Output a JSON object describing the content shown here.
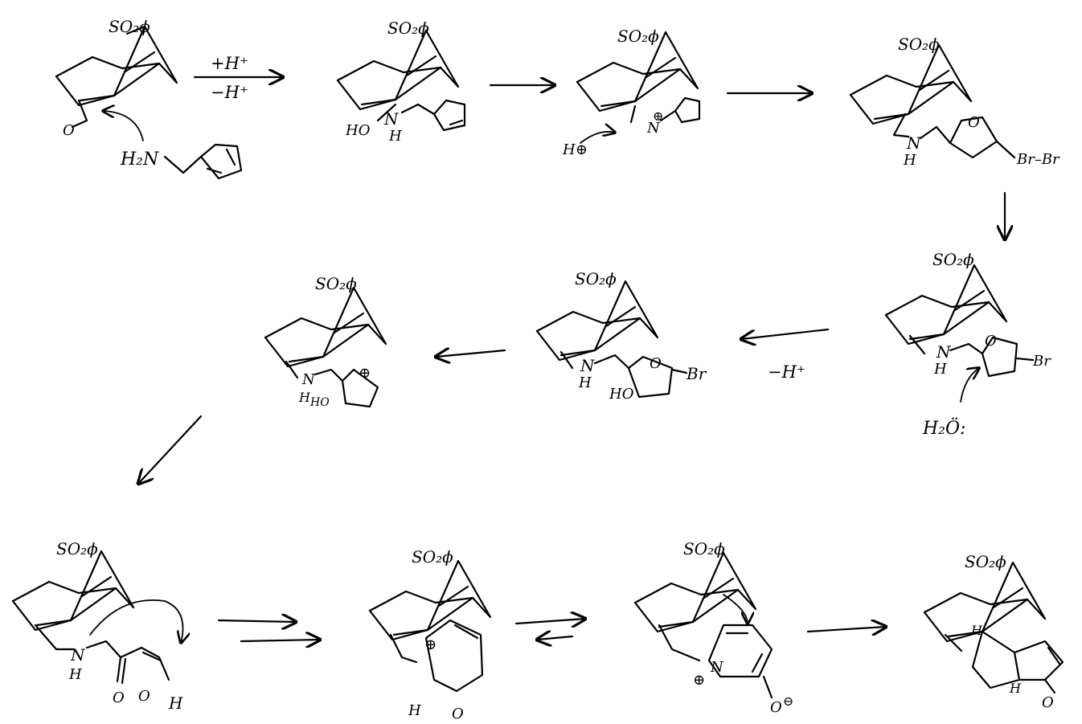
{
  "labels": {
    "so2ph": "SO₂ϕ",
    "plus_h": "+H⁺",
    "minus_h": "−H⁺",
    "minus_h2": "−H⁺",
    "amine": "H₂N",
    "n": "N",
    "h": "H",
    "ho": "HO",
    "hplus": "H⊕",
    "br": "Br",
    "brbr": "Br–Br",
    "o": "O",
    "water": "H₂Ö:",
    "plus": "⊕",
    "minus": "⊖"
  }
}
